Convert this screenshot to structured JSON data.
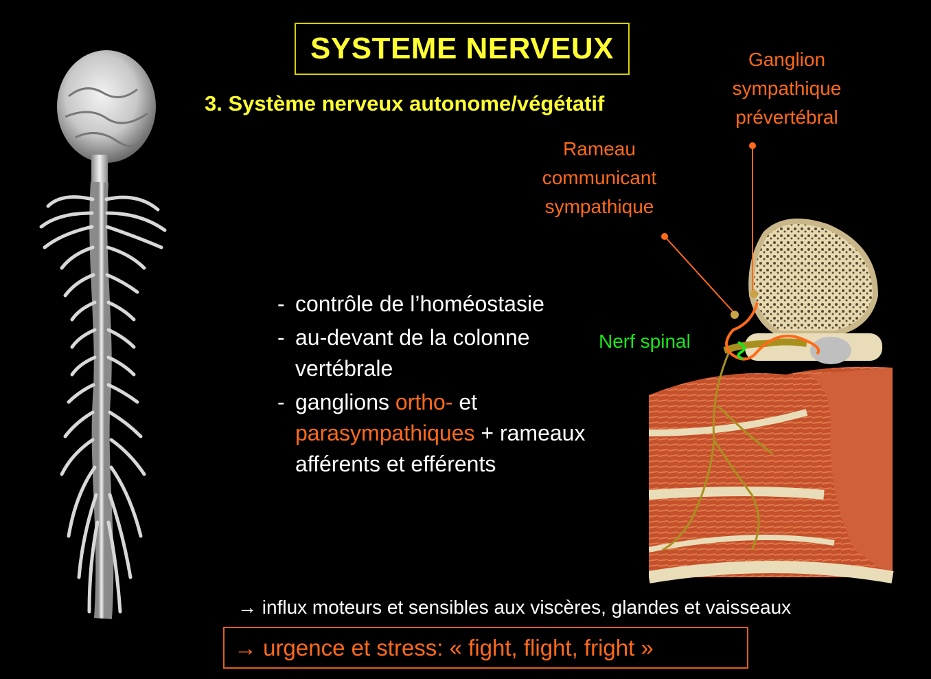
{
  "title": "SYSTEME NERVEUX",
  "subtitle": "3. Système nerveux autonome/végétatif",
  "labels": {
    "ganglion": [
      "Ganglion",
      "sympathique",
      "prévertébral"
    ],
    "rameau": [
      "Rameau",
      "communicant",
      "sympathique"
    ],
    "nerf": "Nerf spinal"
  },
  "bullets": {
    "b1": "contrôle de l’homéostasie",
    "b2": "au-devant de la colonne vertébrale",
    "b3_pre": "ganglions ",
    "b3_ortho": "ortho-",
    "b3_et": " et ",
    "b3_para": "parasympathiques",
    "b3_post": " + rameaux afférents et efférents",
    "dash": "-"
  },
  "notes": {
    "line1": "→ influx moteurs et sensibles aux viscères, glandes et vaisseaux",
    "line2": "→ urgence et stress: « fight, flight, fright »"
  },
  "colors": {
    "title": "#ffff33",
    "accent": "#ff6a1a",
    "nerve": "#19e619",
    "background": "#000000"
  },
  "images": {
    "left": "spinal-cord-photo",
    "right": "vertebra-cross-section-illustration"
  }
}
